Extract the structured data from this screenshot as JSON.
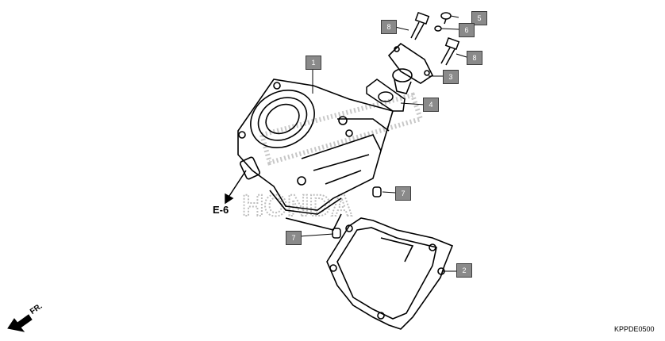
{
  "callouts": {
    "c1": "1",
    "c2": "2",
    "c3": "3",
    "c4": "4",
    "c5": "5",
    "c6": "6",
    "c7a": "7",
    "c7b": "7",
    "c8a": "8",
    "c8b": "8"
  },
  "reference": "E-6",
  "direction": "FR.",
  "part_code": "KPPDE0500",
  "watermark": "HONDA",
  "colors": {
    "callout_fill": "#8a8a8a",
    "line": "#000000",
    "watermark": "#cfcfcf"
  }
}
